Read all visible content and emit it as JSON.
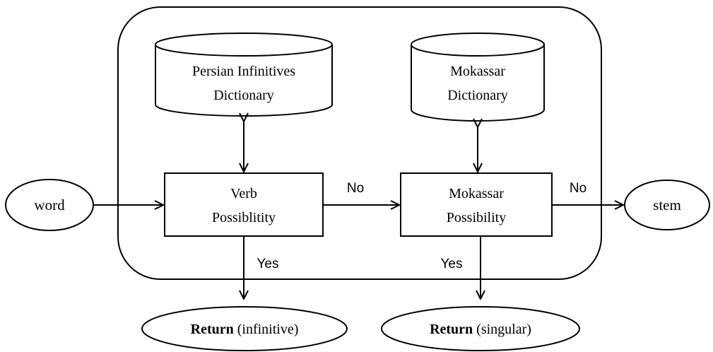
{
  "diagram": {
    "nodes": {
      "word": {
        "label": "word"
      },
      "stem": {
        "label": "stem"
      },
      "persian_db": {
        "line1": "Persian Infinitives",
        "line2": "Dictionary"
      },
      "mokassar_db": {
        "line1": "Mokassar",
        "line2": "Dictionary"
      },
      "verb_box": {
        "line1": "Verb",
        "line2": "Possiblitity"
      },
      "mokassar_box": {
        "line1": "Mokassar",
        "line2": "Possibility"
      },
      "return_infinitive": {
        "bold": "Return",
        "rest": " (infinitive)"
      },
      "return_singular": {
        "bold": "Return",
        "rest": " (singular)"
      }
    },
    "edge_labels": {
      "verb_to_mokassar": "No",
      "mokassar_to_stem": "No",
      "verb_to_return": "Yes",
      "mokassar_to_return": "Yes"
    }
  }
}
